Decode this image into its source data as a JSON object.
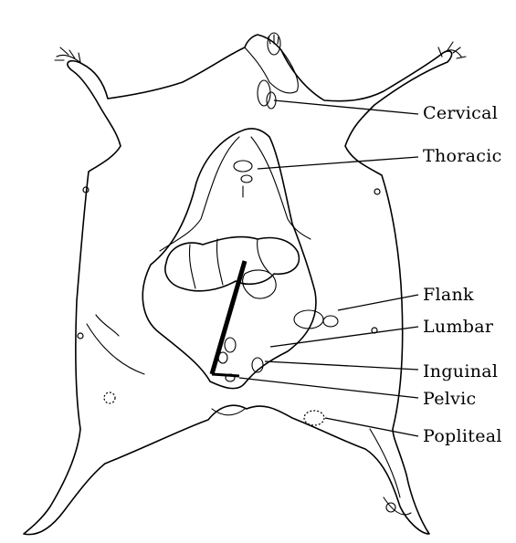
{
  "labels": {
    "cervical": "Cervical",
    "thoracic": "Thoracic",
    "flank": "Flank",
    "lumbar": "Lumbar",
    "inguinal": "Inguinal",
    "pelvic": "Pelvic",
    "popliteal": "Popliteal"
  },
  "colors": {
    "ink": "#000000",
    "background": "#ffffff"
  }
}
